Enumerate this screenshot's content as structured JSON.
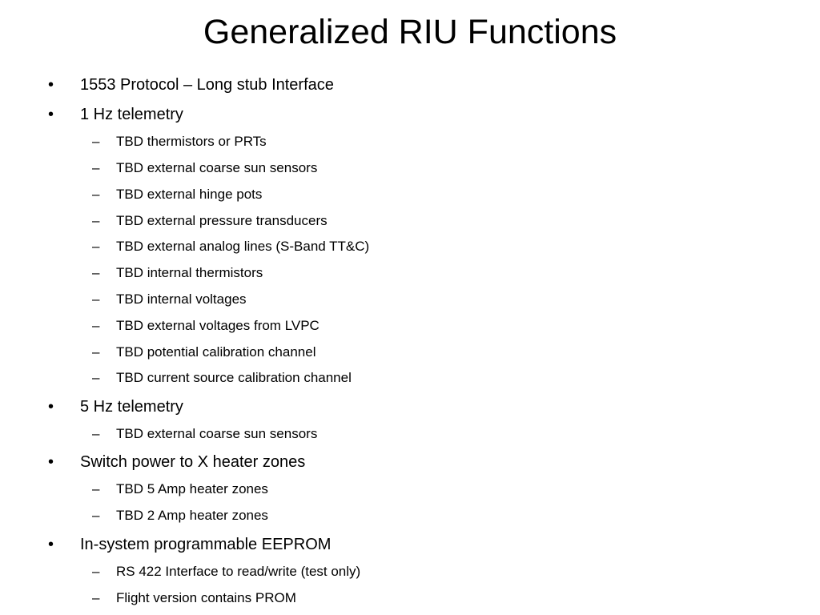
{
  "slide": {
    "title": "Generalized RIU Functions",
    "bullet_marker": "•",
    "sub_marker": "–",
    "items": [
      {
        "level": 1,
        "text": "1553 Protocol – Long stub Interface"
      },
      {
        "level": 1,
        "text": "1 Hz telemetry"
      },
      {
        "level": 2,
        "text": "TBD thermistors or PRTs"
      },
      {
        "level": 2,
        "text": "TBD external coarse sun sensors"
      },
      {
        "level": 2,
        "text": "TBD external hinge pots"
      },
      {
        "level": 2,
        "text": "TBD external pressure transducers"
      },
      {
        "level": 2,
        "text": "TBD external analog lines (S-Band TT&C)"
      },
      {
        "level": 2,
        "text": "TBD internal thermistors"
      },
      {
        "level": 2,
        "text": "TBD internal voltages"
      },
      {
        "level": 2,
        "text": "TBD external voltages from LVPC"
      },
      {
        "level": 2,
        "text": "TBD potential calibration channel"
      },
      {
        "level": 2,
        "text": "TBD current source calibration channel"
      },
      {
        "level": 1,
        "text": "5 Hz telemetry"
      },
      {
        "level": 2,
        "text": "TBD external coarse sun sensors"
      },
      {
        "level": 1,
        "text": "Switch power to X heater zones"
      },
      {
        "level": 2,
        "text": "TBD 5 Amp heater zones"
      },
      {
        "level": 2,
        "text": "TBD 2 Amp heater zones"
      },
      {
        "level": 1,
        "text": "In-system programmable EEPROM"
      },
      {
        "level": 2,
        "text": "RS 422 Interface to read/write (test only)"
      },
      {
        "level": 2,
        "text": "Flight version contains PROM"
      }
    ]
  }
}
